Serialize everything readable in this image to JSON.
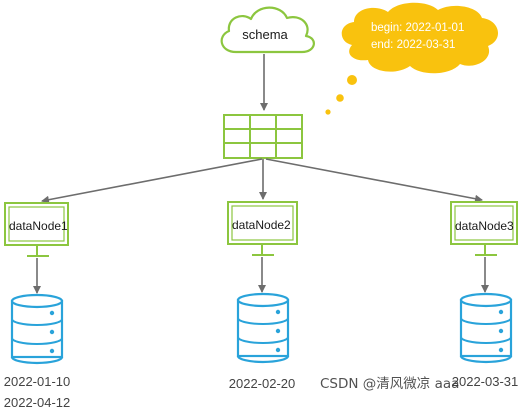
{
  "schema": {
    "label": "schema"
  },
  "bubble": {
    "begin": "begin: 2022-01-01",
    "end": "end: 2022-03-31"
  },
  "nodes": [
    {
      "name": "dataNode1",
      "dates": [
        "2022-01-10",
        "2022-04-12"
      ]
    },
    {
      "name": "dataNode2",
      "dates": [
        "2022-02-20"
      ]
    },
    {
      "name": "dataNode3",
      "dates": [
        "2022-03-31"
      ]
    }
  ],
  "watermark": "CSDN @清风微凉 aaa",
  "colors": {
    "outline_green": "#8cc63f",
    "arrow_gray": "#6d6d6d",
    "db_blue": "#29a3da",
    "bubble_yellow": "#f9c20e",
    "text": "#1a1a1a"
  },
  "icons": [
    "cloud-icon",
    "table-grid-icon",
    "monitor-icon",
    "database-icon",
    "thought-bubble"
  ]
}
